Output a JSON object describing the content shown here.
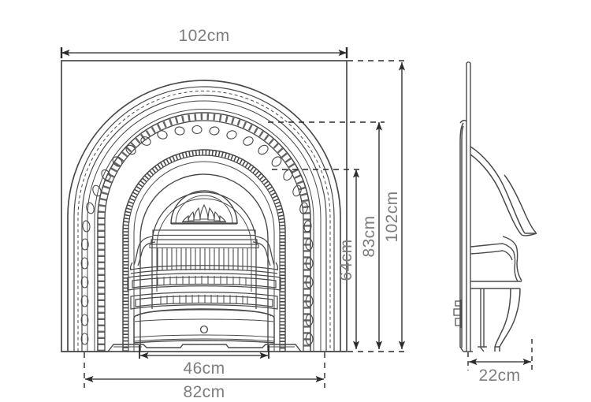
{
  "drawing": {
    "title": "Fireplace insert technical dimension drawing",
    "units": "cm",
    "line_color": "#4a4a4a",
    "text_color": "#7d7d7d",
    "background_color": "#ffffff",
    "views": {
      "front": {
        "name": "front-elevation",
        "dimensions": {
          "overall_width": "102cm",
          "overall_height": "102cm",
          "opening_height": "83cm",
          "inner_height": "64cm",
          "base_width": "82cm",
          "grate_width": "46cm"
        }
      },
      "side": {
        "name": "side-elevation",
        "dimensions": {
          "depth": "22cm"
        }
      }
    }
  },
  "labels": {
    "top_width": "102cm",
    "right_height_outer": "102cm",
    "right_height_middle": "83cm",
    "right_height_inner": "64cm",
    "bottom_inner_width": "46cm",
    "bottom_outer_width": "82cm",
    "side_depth": "22cm"
  }
}
